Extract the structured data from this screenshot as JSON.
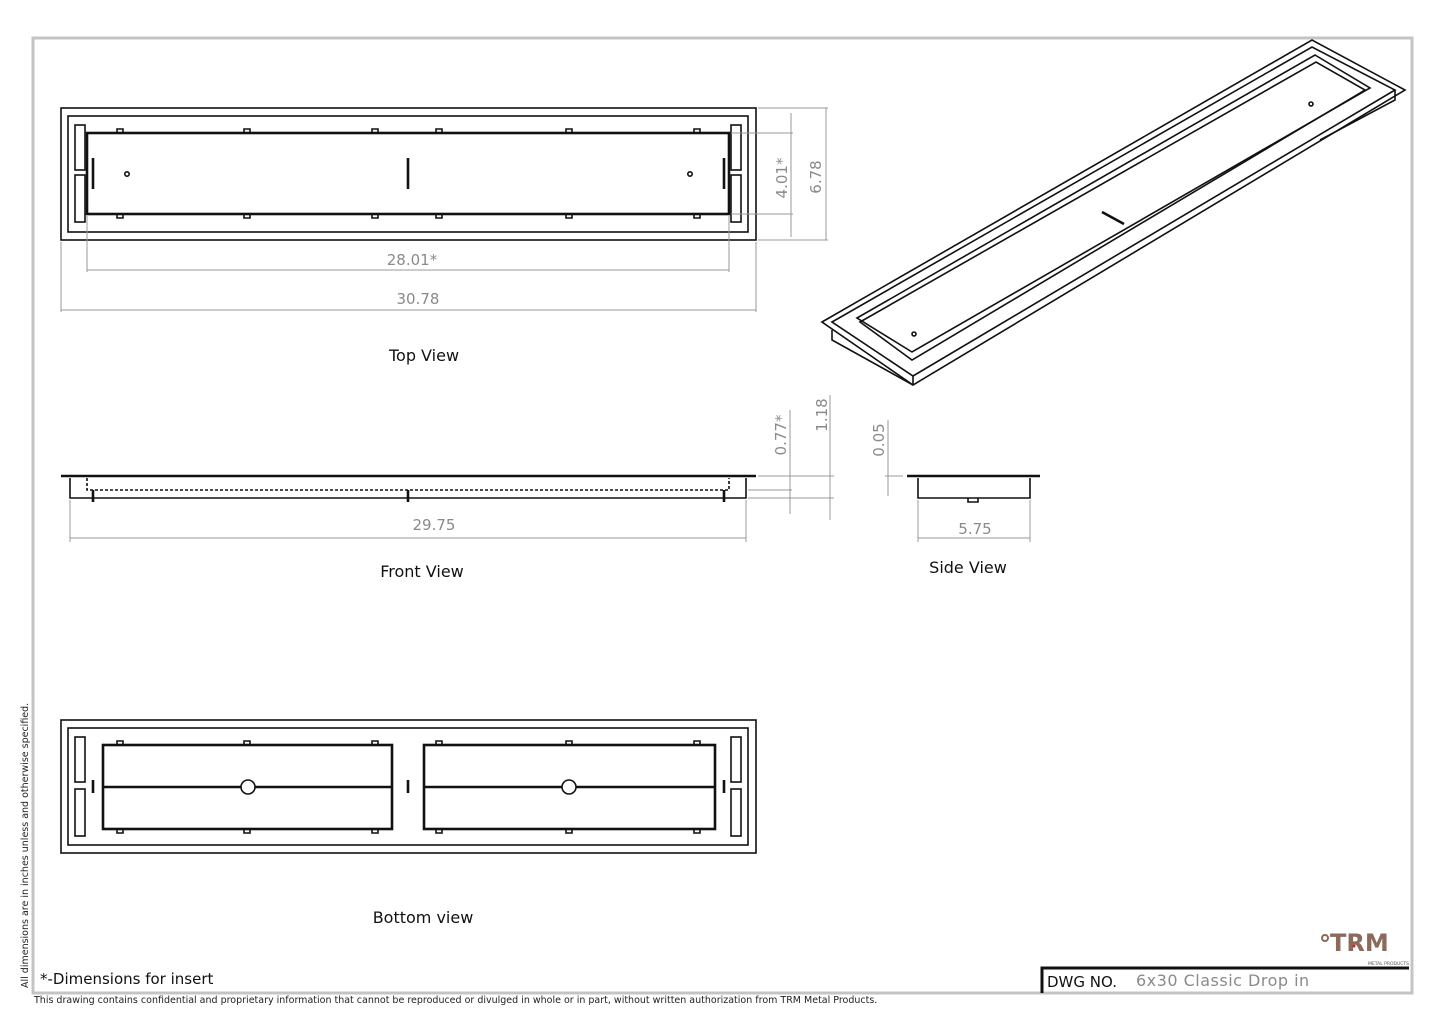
{
  "views": {
    "top": {
      "label": "Top View",
      "dims": {
        "insert_width": "4.01*",
        "width": "6.78",
        "insert_length": "28.01*",
        "length": "30.78"
      }
    },
    "front": {
      "label": "Front View",
      "dims": {
        "insert_depth": "0.77*",
        "depth": "1.18",
        "length": "29.75"
      }
    },
    "side": {
      "label": "Side View",
      "dims": {
        "flange": "0.05",
        "width": "5.75"
      }
    },
    "bottom": {
      "label": "Bottom view"
    }
  },
  "notes": {
    "units": "All dimensions are in inches unless and otherwise specified.",
    "insert": "*-Dimensions for insert",
    "confidential": "This drawing contains confidential and proprietary information that cannot be reproduced or divulged in whole or in part, without written authorization from TRM Metal Products."
  },
  "title_block": {
    "dwg_label": "DWG NO.",
    "dwg_value": "6x30 Classic Drop in"
  },
  "logo": {
    "text": "TRM",
    "subtext": "METAL PRODUCTS",
    "color": "#8b6a5c",
    "accent": "#d0202a"
  }
}
